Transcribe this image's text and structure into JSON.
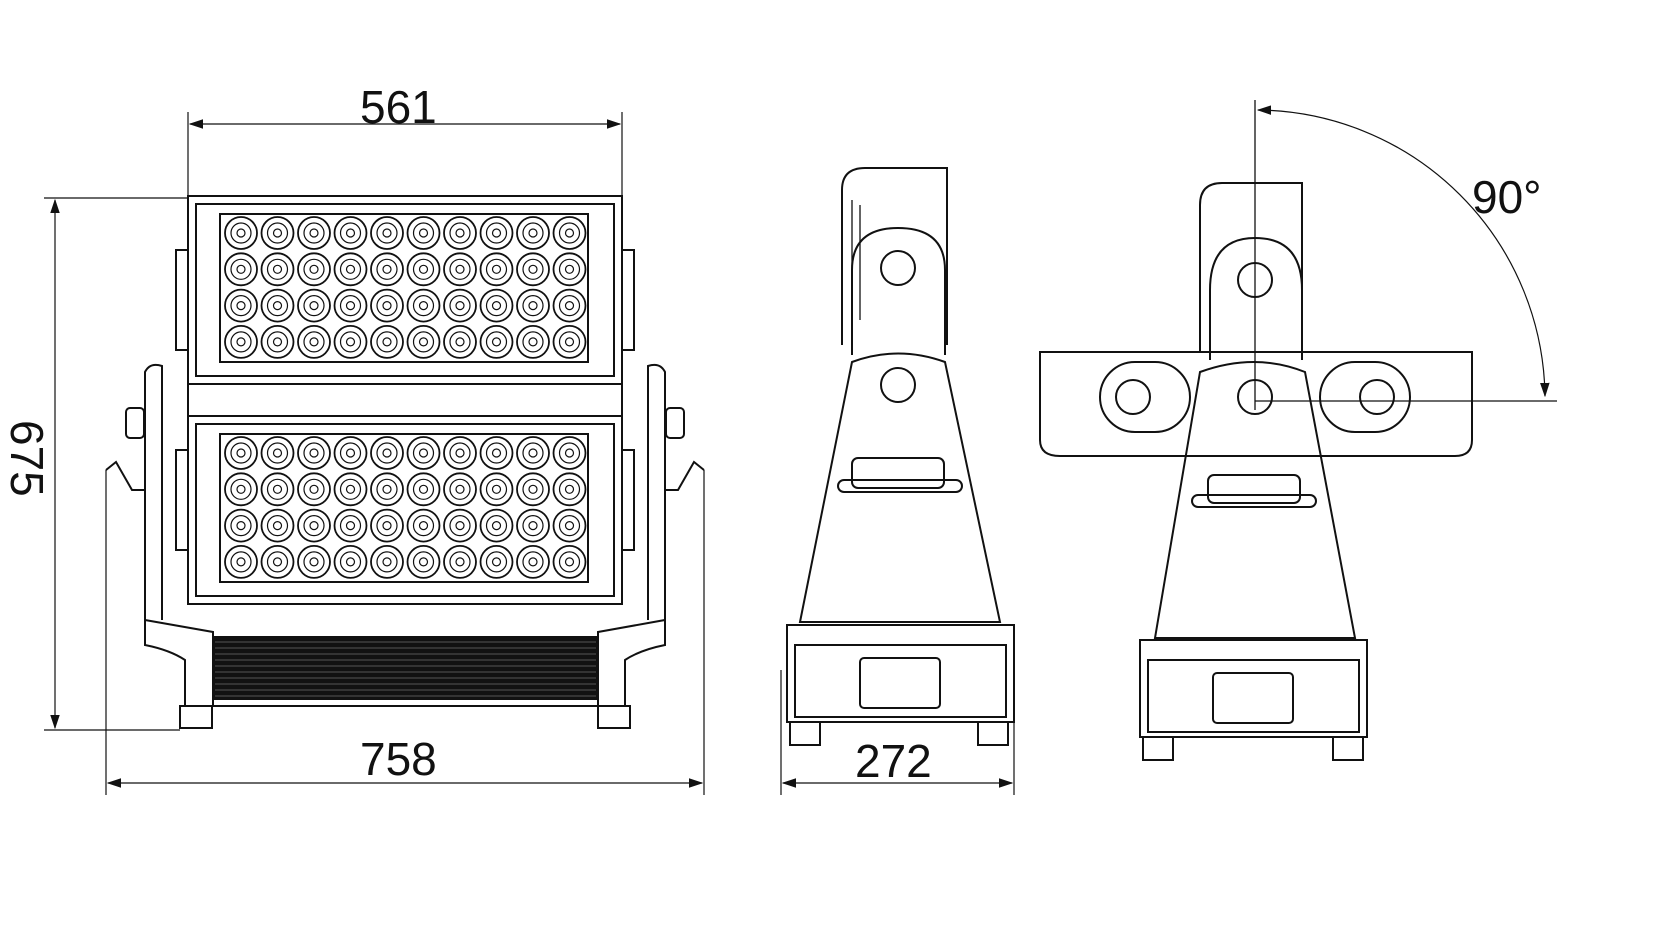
{
  "dimensions": {
    "width_top": "561",
    "height": "675",
    "width_overall": "758",
    "depth": "272",
    "tilt_angle": "90°"
  },
  "views": [
    "front-view",
    "side-view",
    "side-view-tilted"
  ],
  "led_grid": {
    "panels": 2,
    "rows_per_panel": 4,
    "cols": 10
  },
  "colors": {
    "line": "#111111",
    "background": "#ffffff"
  }
}
